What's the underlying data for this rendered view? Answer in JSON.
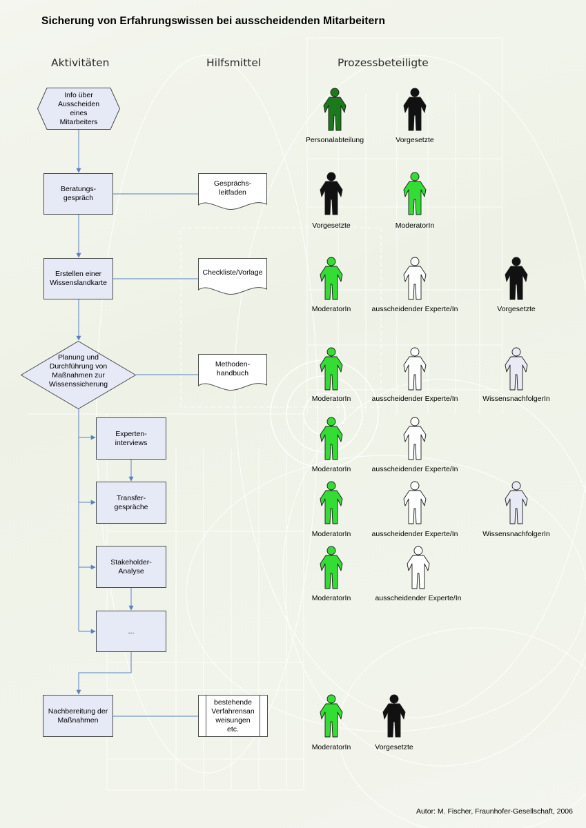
{
  "title": "Sicherung von Erfahrungswissen bei ausscheidenden Mitarbeitern",
  "columns": {
    "activities": "Aktivitäten",
    "tools": "Hilfsmittel",
    "participants": "Prozessbeteiligte"
  },
  "activities": {
    "info": "Info über\nAusscheiden\neines\nMitarbeiters",
    "beratung": "Beratungs-\ngespräch",
    "wissenslandkarte": "Erstellen einer\nWissenslandkarte",
    "planung": "Planung und\nDurchführung von\nMaßnahmen zur\nWissenssicherung",
    "experteninterviews": "Experten-\ninterviews",
    "transfergespraeche": "Transfer-\ngespräche",
    "stakeholder": "Stakeholder-\nAnalyse",
    "weitere": "...",
    "nachbereitung": "Nachbereitung der\nMaßnahmen"
  },
  "tools": {
    "gespraechsleitfaden": "Gesprächs-\nleitfaden",
    "checkliste": "Checkliste/Vorlage",
    "methodenhandbuch": "Methoden-\nhandbuch",
    "verfahrensanweisungen": "bestehende\nVerfahrensan\nweisungen\netc."
  },
  "roles": {
    "personal": "Personalabteilung",
    "vorgesetzte": "Vorgesetzte",
    "moderator": "ModeratorIn",
    "experte": "ausscheidender Experte/In",
    "nachfolger": "WissensnachfolgerIn"
  },
  "colors": {
    "personal": "#1c7a1c",
    "moderator": "#33dd33",
    "vorgesetzte": "#111111",
    "experte": "#ffffff",
    "nachfolger": "#e8ebf5",
    "box_fill": "#e6e9f6",
    "connector": "#5b7fc0"
  },
  "footer": "Autor: M. Fischer, Fraunhofer-Gesellschaft, 2006"
}
